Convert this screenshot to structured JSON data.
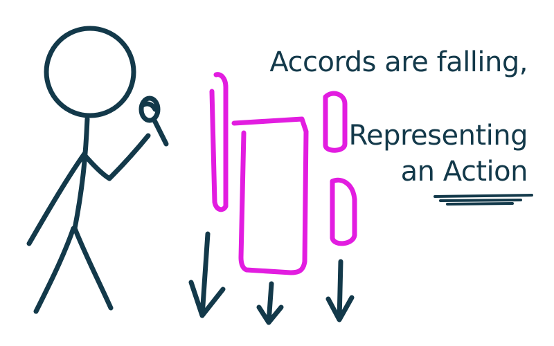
{
  "caption": {
    "line1": "Accords are falling,",
    "line2": "Representing",
    "line3": "an Action"
  },
  "colors": {
    "ink": "#13394a",
    "accent": "#e21de0",
    "background": "#ffffff"
  },
  "icons": {
    "figure": "stick-figure-icon",
    "accords": "falling-accord-bars-icon",
    "arrows": "down-arrow-icon"
  }
}
